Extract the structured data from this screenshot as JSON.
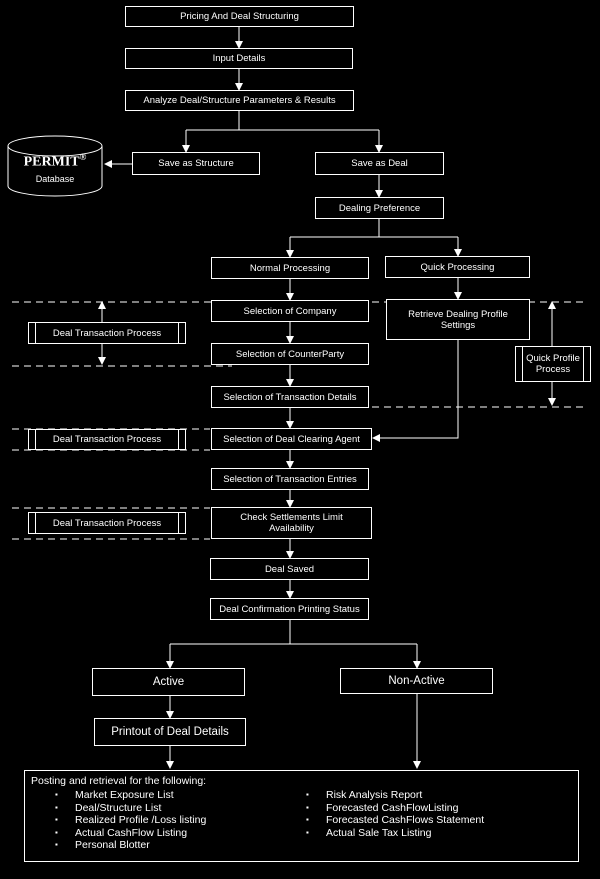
{
  "boxes": {
    "pricing": "Pricing And Deal Structuring",
    "input": "Input Details",
    "analyze": "Analyze Deal/Structure Parameters & Results",
    "save_structure": "Save as Structure",
    "save_deal": "Save as Deal",
    "dealing_pref": "Dealing Preference",
    "normal": "Normal Processing",
    "quick": "Quick Processing",
    "sel_company": "Selection of Company",
    "retrieve": "Retrieve Dealing Profile Settings",
    "sel_counterparty": "Selection of CounterParty",
    "sel_txn_details": "Selection of Transaction Details",
    "sel_clearing": "Selection of Deal Clearing Agent",
    "sel_txn_entries": "Selection of Transaction Entries",
    "check_settle": "Check Settlements Limit Availability",
    "deal_saved": "Deal Saved",
    "confirm_print": "Deal Confirmation Printing Status",
    "active": "Active",
    "non_active": "Non-Active",
    "printout": "Printout of Deal Details"
  },
  "processes": {
    "dtp1": "Deal Transaction Process",
    "dtp2": "Deal Transaction Process",
    "dtp3": "Deal Transaction Process",
    "quick_profile": "Quick Profile Process"
  },
  "database": {
    "title": "PERMIT",
    "mark": "®",
    "subtitle": "Database"
  },
  "posting": {
    "heading": "Posting and retrieval for the following:",
    "bullet": "▪",
    "left_items": [
      "Market Exposure List",
      "Deal/Structure List",
      "Realized Profile /Loss listing",
      "Actual CashFlow Listing",
      "Personal Blotter"
    ],
    "right_items": [
      "Risk Analysis Report",
      "Forecasted CashFlowListing",
      "Forecasted CashFlows Statement",
      "Actual Sale Tax Listing"
    ]
  }
}
